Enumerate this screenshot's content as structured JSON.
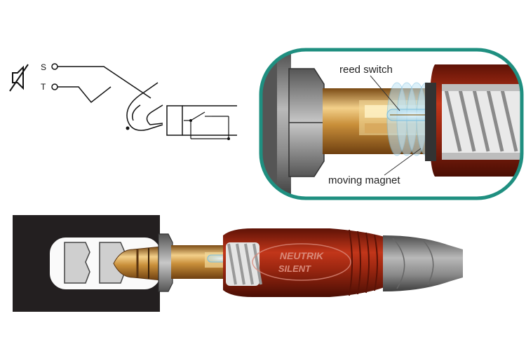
{
  "schematic": {
    "pin_s": "S",
    "pin_t": "T",
    "speaker_icon": "speaker-muted-icon"
  },
  "zoom_callout": {
    "label_reed_switch": "reed switch",
    "label_moving_magnet": "moving magnet",
    "border_color": "#1f8f80"
  },
  "connector": {
    "brand_top": "NEUTRIK",
    "brand_bottom": "SILENT",
    "housing_color": "#a02a12",
    "metal_color": "#c98f3a",
    "panel_color": "#231f20"
  }
}
